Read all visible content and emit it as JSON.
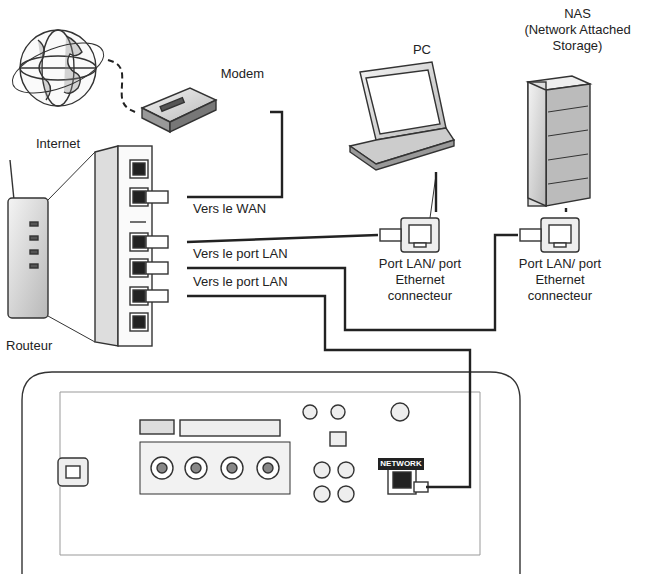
{
  "diagram": {
    "nodes": [
      {
        "text": [
          "Internet"
        ]
      },
      {
        "text": [
          "Modem"
        ]
      },
      {
        "text": [
          "Routeur"
        ]
      },
      {
        "text": [
          "PC"
        ]
      },
      {
        "text": [
          "NAS",
          "(Network Attached Storage)"
        ]
      },
      {
        "text": [
          "Port LAN/ port Ethernet connecteur"
        ]
      },
      {
        "text": [
          "Port LAN/ port Ethernet connecteur"
        ]
      },
      {
        "text": [
          "NETWORK"
        ]
      }
    ],
    "edges": [
      {
        "from": 0,
        "to": 1,
        "arrow": "none"
      },
      {
        "from": 1,
        "to": 2,
        "label": "Vers le WAN",
        "arrow": "none"
      },
      {
        "from": 2,
        "to": 5,
        "label": "Vers le port LAN",
        "arrow": "none"
      },
      {
        "from": 2,
        "to": 6,
        "arrow": "none"
      },
      {
        "from": 2,
        "to": 7,
        "label": "Vers le port LAN",
        "arrow": "none"
      },
      {
        "from": 5,
        "to": 3,
        "arrow": "none"
      },
      {
        "from": 6,
        "to": 4,
        "arrow": "none"
      }
    ]
  }
}
